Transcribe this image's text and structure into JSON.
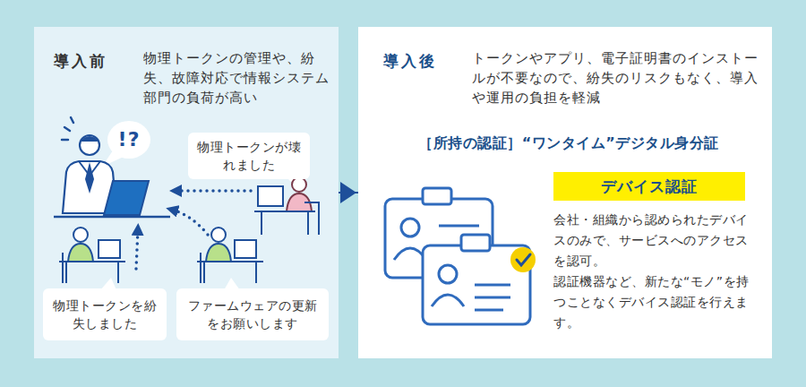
{
  "diagram": {
    "nodes": [
      {
        "text": [
          "導入前",
          "物理トークンの管理や、紛失、故障対応で情報システム部門の負荷が高い"
        ]
      },
      {
        "text": [
          "物理トークンが壊れました"
        ],
        "in": 0
      },
      {
        "text": [
          "物理トークンを紛失しました"
        ],
        "in": 0
      },
      {
        "text": [
          "ファームウェアの更新をお願いします"
        ],
        "in": 0
      },
      {
        "text": [
          "!?"
        ],
        "in": 0
      },
      {
        "text": [
          "導入後",
          "トークンやアプリ、電子証明書のインストールが不要なので、紛失のリスクもなく、導入や運用の負担を軽減"
        ]
      },
      {
        "text": [
          "デバイス認証"
        ],
        "in": 5
      }
    ],
    "edges": [
      {
        "from": 0,
        "to": 5,
        "arrow": "to"
      }
    ],
    "labels": [
      "［所持の認証］“ワンタイム”デジタル身分証",
      "会社・組織から認められたデバイスのみで、サービスへのアクセスを認可。",
      "認証機器など、新たな“モノ”を持つことなくデバイス認証を行えます。"
    ]
  }
}
